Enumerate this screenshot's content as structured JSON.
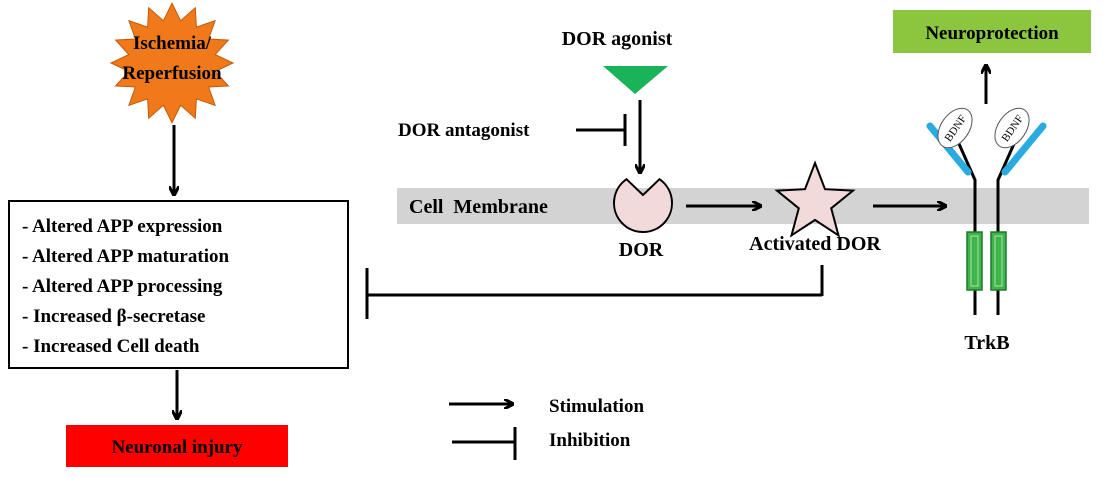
{
  "trigger": {
    "line1": "Ischemia/",
    "line2": "Reperfusion"
  },
  "effects": [
    "- Altered APP expression",
    "- Altered APP maturation",
    "- Altered APP processing",
    "- Increased β-secretase",
    "- Increased Cell death"
  ],
  "outcome_injury": "Neuronal injury",
  "agonist": "DOR agonist",
  "antagonist": "DOR antagonist",
  "membrane": "Cell  Membrane",
  "receptor": "DOR",
  "activated_receptor": "Activated DOR",
  "bdnf_left": "BDNF",
  "bdnf_right": "BDNF",
  "trkb": "TrkB",
  "outcome_protection": "Neuroprotection",
  "legend": {
    "stimulation": "Stimulation",
    "inhibition": "Inhibition"
  },
  "colors": {
    "starburst": "#F07A1A",
    "injury_box": "#FF0000",
    "protection_box": "#8CC63F",
    "membrane": "#D3D3D3",
    "agonist_triangle": "#1BB35A",
    "dor_fill": "#F2DADA",
    "bdnf_arm": "#29ABE2",
    "trkb_box": "#3DB54A"
  }
}
